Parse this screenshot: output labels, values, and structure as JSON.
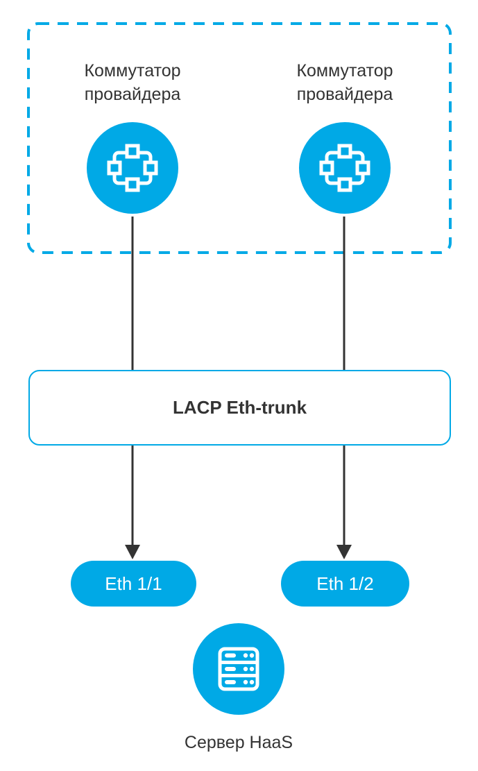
{
  "diagram": {
    "type": "network-topology",
    "accent_color": "#00a9e6",
    "line_color": "#333333",
    "provider_group": {
      "border_style": "dashed",
      "switches": [
        {
          "id": "switch-1",
          "label_line1": "Коммутатор",
          "label_line2": "провайдера",
          "icon": "switch-network-icon"
        },
        {
          "id": "switch-2",
          "label_line1": "Коммутатор",
          "label_line2": "провайдера",
          "icon": "switch-network-icon"
        }
      ]
    },
    "trunk": {
      "label": "LACP Eth-trunk"
    },
    "ports": [
      {
        "id": "eth-1-1",
        "label": "Eth 1/1"
      },
      {
        "id": "eth-1-2",
        "label": "Eth 1/2"
      }
    ],
    "server": {
      "label": "Сервер HaaS",
      "icon": "server-rack-icon"
    },
    "edges": [
      {
        "from": "switch-1",
        "to": "trunk",
        "arrow": false
      },
      {
        "from": "switch-2",
        "to": "trunk",
        "arrow": false
      },
      {
        "from": "trunk",
        "to": "eth-1-1",
        "arrow": true
      },
      {
        "from": "trunk",
        "to": "eth-1-2",
        "arrow": true
      }
    ]
  }
}
